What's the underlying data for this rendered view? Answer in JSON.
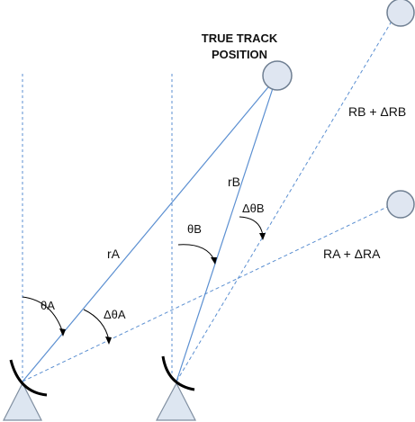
{
  "title": {
    "line1": "TRUE TRACK",
    "line2": "POSITION"
  },
  "labels": {
    "rA": "rA",
    "rB": "rB",
    "thetaA": "θA",
    "thetaB": "θB",
    "dThetaA": "ΔθA",
    "dThetaB": "ΔθB",
    "RAdRA": "RA + ΔRA",
    "RBdRB": "RB + ΔRB"
  },
  "colors": {
    "line": "#5b8fd1",
    "target_fill": "#dfe6f1",
    "target_stroke": "#6f7f92",
    "radar_fill": "#dde6f1",
    "radar_stroke": "#7f8ea0",
    "arc": "#000000",
    "text": "#111111"
  }
}
